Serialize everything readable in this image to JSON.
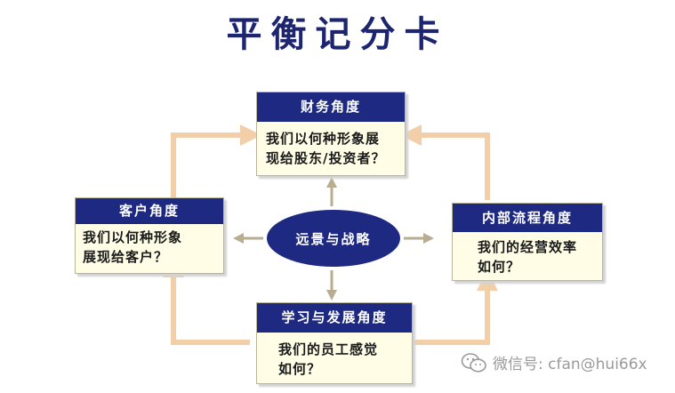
{
  "title": "平衡记分卡",
  "center": {
    "label": "远景与战略"
  },
  "boxes": {
    "finance": {
      "header": "财务角度",
      "lines": [
        "我们以何种形象展",
        "现给股东/投资者？"
      ]
    },
    "customer": {
      "header": "客户角度",
      "lines": [
        "我们以何种形象",
        "展现给客户？"
      ]
    },
    "internal": {
      "header": "内部流程角度",
      "lines": [
        "我们的经营效率",
        "如何？"
      ]
    },
    "learning": {
      "header": "学习与发展角度",
      "lines": [
        "我们的员工感觉",
        "如何？"
      ]
    }
  },
  "watermark": {
    "text": "微信号: cfan@hui66x",
    "icon": "wechat-logo-icon"
  },
  "colors": {
    "header_bg": "#1e2a82",
    "title": "#1d2470",
    "box_bg": "#fffde6",
    "arrow": "#f2cfa9",
    "arrow_dark": "#b8ad90"
  }
}
